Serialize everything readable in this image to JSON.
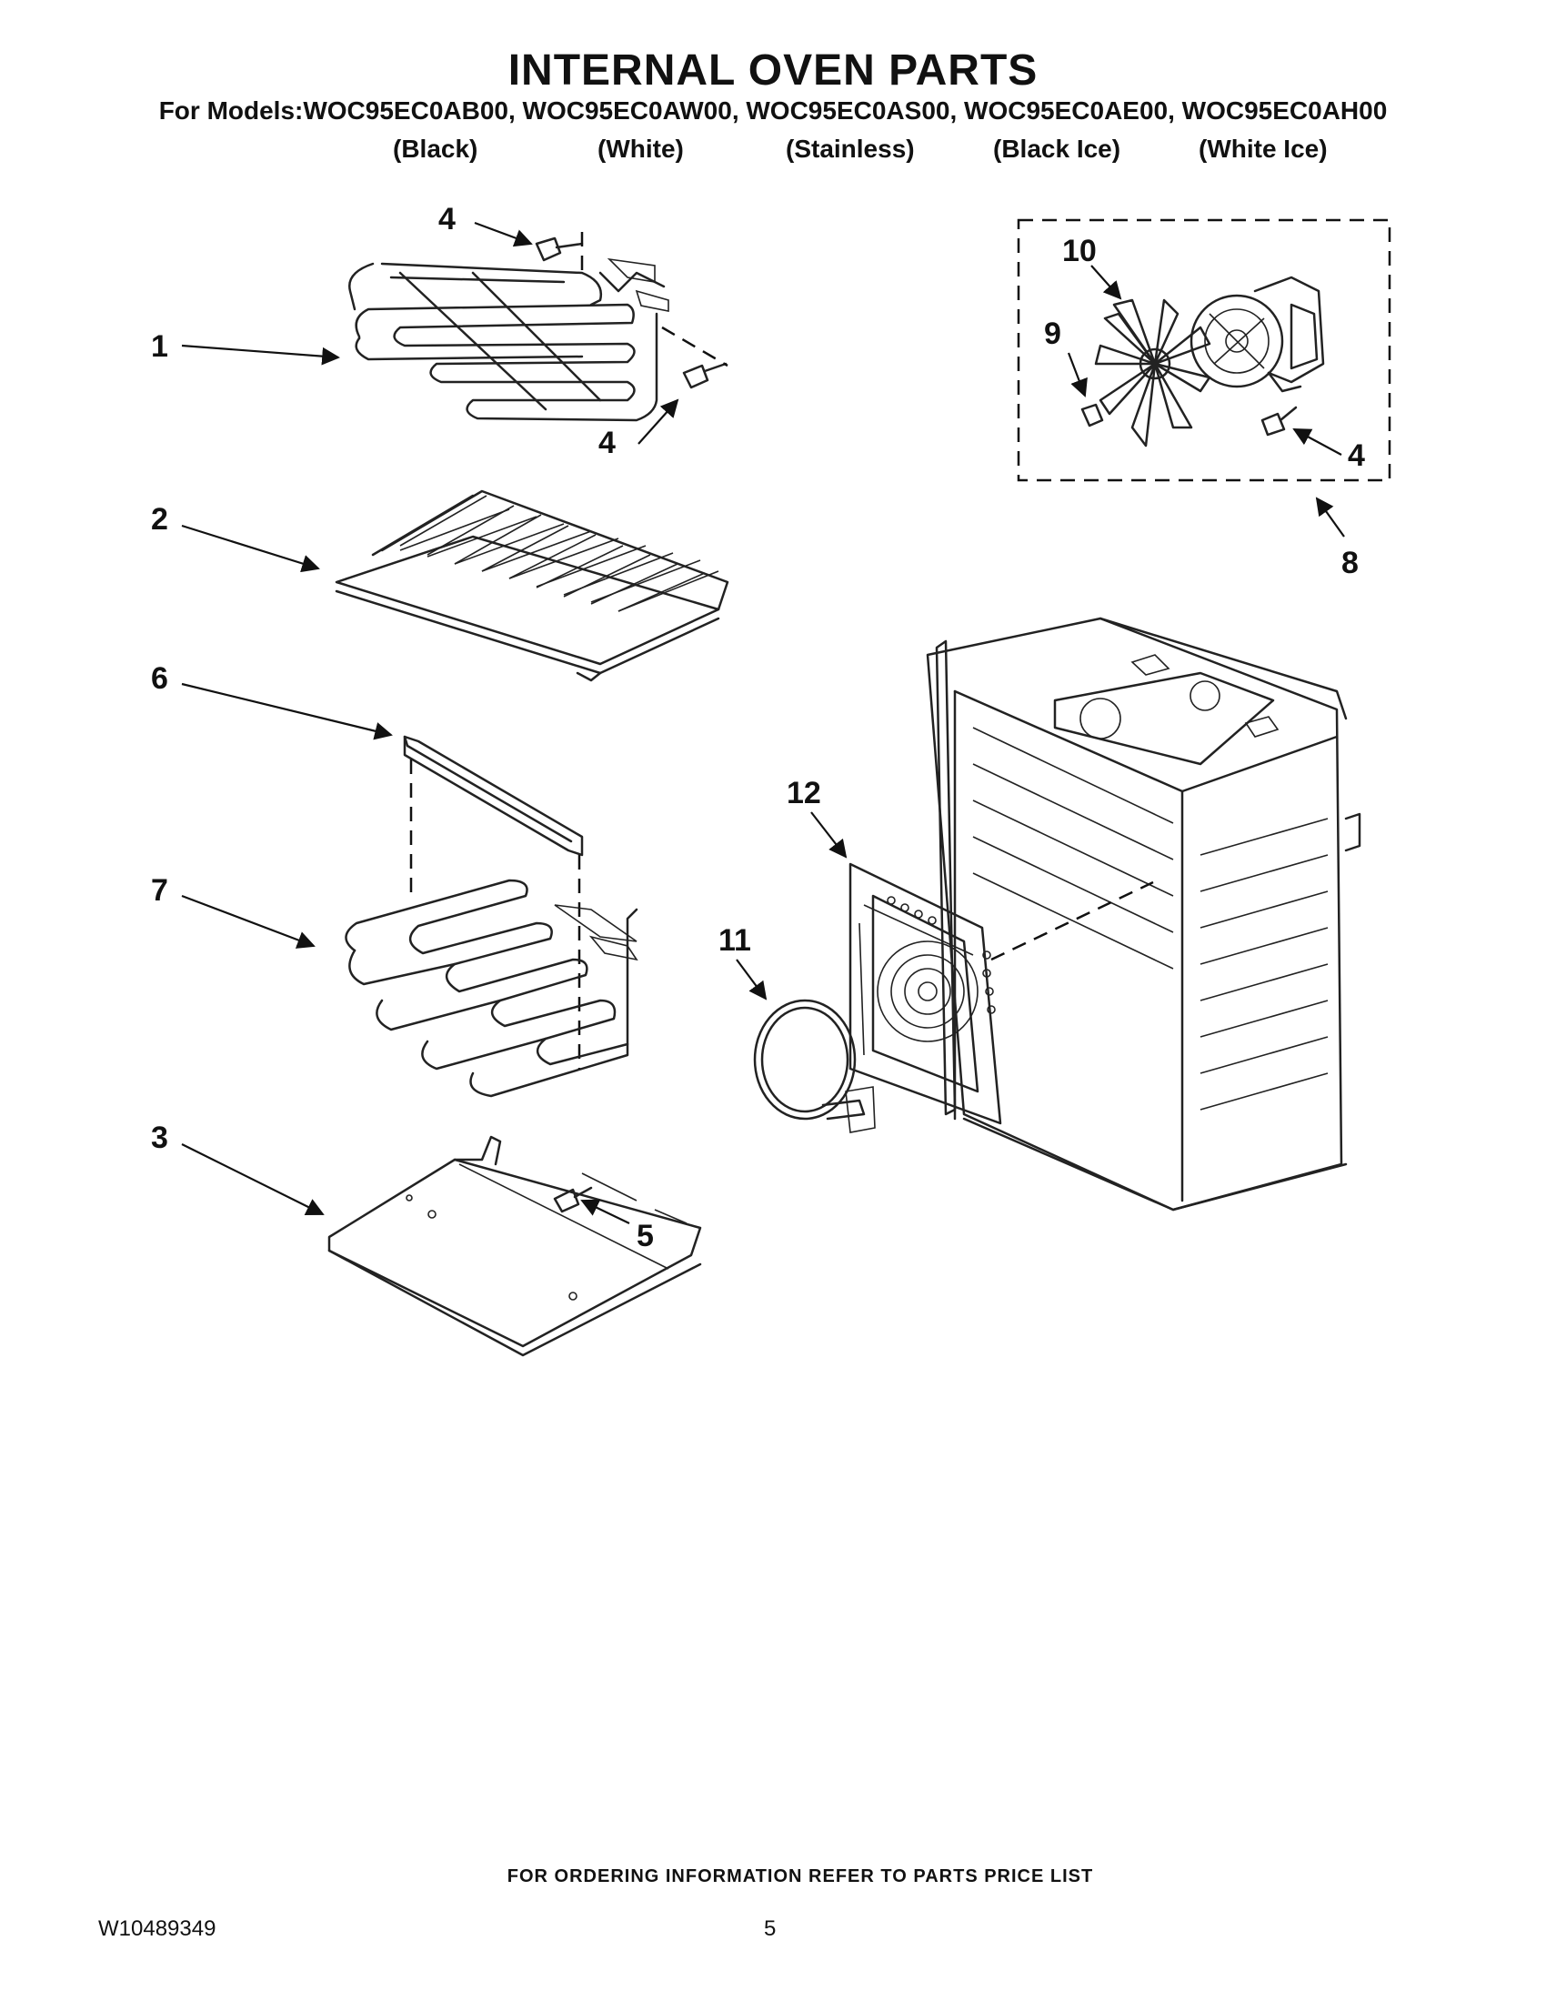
{
  "header": {
    "title": "INTERNAL OVEN PARTS",
    "models_line": "For Models:WOC95EC0AB00, WOC95EC0AW00, WOC95EC0AS00, WOC95EC0AE00, WOC95EC0AH00",
    "colors": [
      "(Black)",
      "(White)",
      "(Stainless)",
      "(Black Ice)",
      "(White Ice)"
    ]
  },
  "callouts": {
    "c1": "1",
    "c2": "2",
    "c3": "3",
    "c4a": "4",
    "c4b": "4",
    "c4c": "4",
    "c5": "5",
    "c6": "6",
    "c7": "7",
    "c8": "8",
    "c9": "9",
    "c10": "10",
    "c11": "11",
    "c12": "12"
  },
  "footer": {
    "ordering_note": "FOR ORDERING INFORMATION REFER TO PARTS PRICE LIST",
    "document_number": "W10489349",
    "page_number": "5"
  }
}
